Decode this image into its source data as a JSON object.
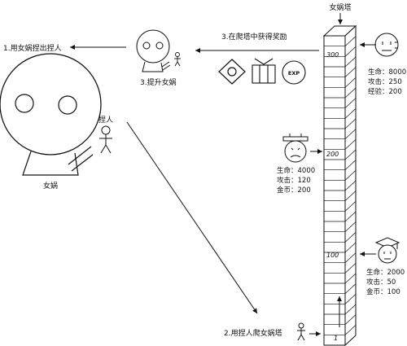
{
  "title": "女娲塔",
  "steps": {
    "step1": "1.用女娲捏出捏人",
    "step2": "2.用捏人爬女娲塔",
    "step3": "3.在爬塔中获得奖励",
    "step4": "3.提升女娲"
  },
  "labels": {
    "nuwa": "女娲",
    "pinren": "捏人",
    "exp": "EXP"
  },
  "floors": [
    "300",
    "200",
    "100",
    "1"
  ],
  "monsters": [
    {
      "id": "boss-top",
      "stats": [
        {
          "k": "生命：",
          "v": "8000"
        },
        {
          "k": "攻击：",
          "v": "250"
        },
        {
          "k": "经验：",
          "v": "200"
        }
      ]
    },
    {
      "id": "monster-mid",
      "stats": [
        {
          "k": "生命：",
          "v": "4000"
        },
        {
          "k": "攻击：",
          "v": "120"
        },
        {
          "k": "金币：",
          "v": "200"
        }
      ]
    },
    {
      "id": "monster-low",
      "stats": [
        {
          "k": "生命：",
          "v": "2000"
        },
        {
          "k": "攻击：",
          "v": "50"
        },
        {
          "k": "金币：",
          "v": "100"
        }
      ]
    }
  ]
}
